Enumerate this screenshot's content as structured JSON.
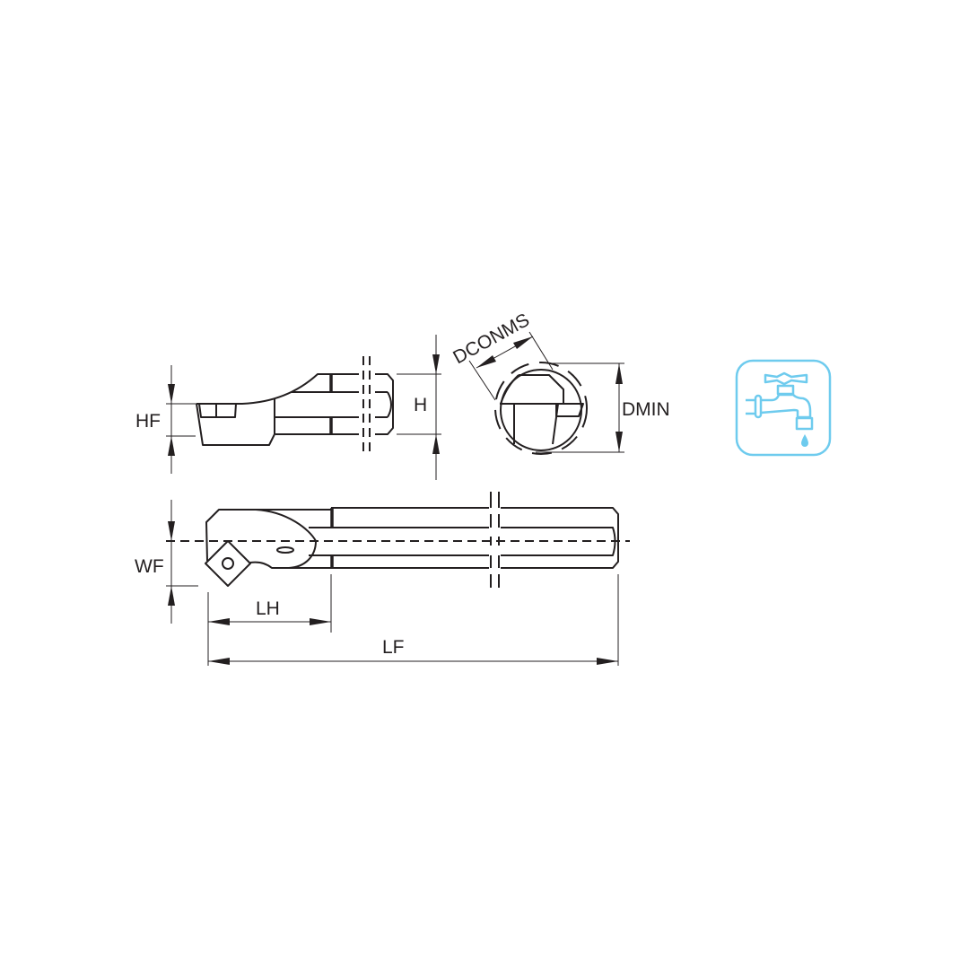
{
  "labels": {
    "hf": "HF",
    "h": "H",
    "dconms": "DCONMS",
    "dmin": "DMIN",
    "wf": "WF",
    "lh": "LH",
    "lf": "LF"
  },
  "icon": {
    "name": "coolant-faucet-icon",
    "color": "#6ecbee"
  },
  "line_color": "#231f20"
}
